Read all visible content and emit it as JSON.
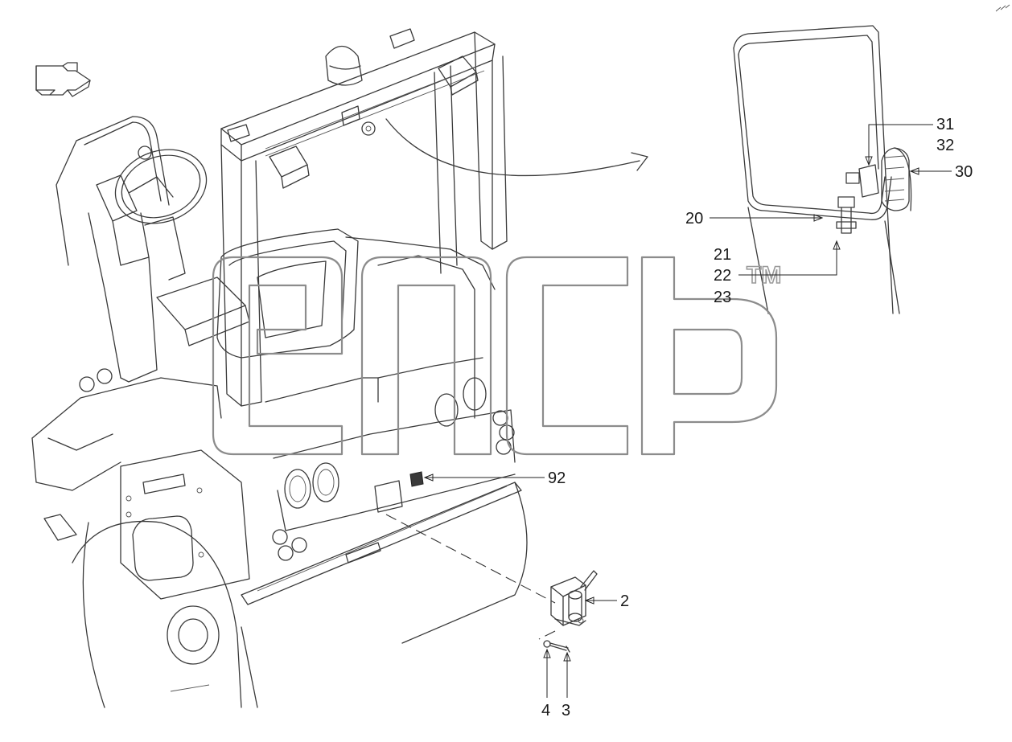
{
  "callouts": {
    "c31": "31",
    "c32": "32",
    "c30": "30",
    "c20": "20",
    "c21": "21",
    "c22": "22",
    "c23": "23",
    "c92": "92",
    "c2": "2",
    "c4": "4",
    "c3": "3"
  },
  "watermark": {
    "tm_text": "TM",
    "color": "#8c8c8c"
  },
  "colors": {
    "line": "#3a3a3a",
    "background": "#ffffff"
  },
  "icons": {
    "direction_arrow": "direction-arrow-icon",
    "corner_mark": "scale-mark-icon"
  }
}
